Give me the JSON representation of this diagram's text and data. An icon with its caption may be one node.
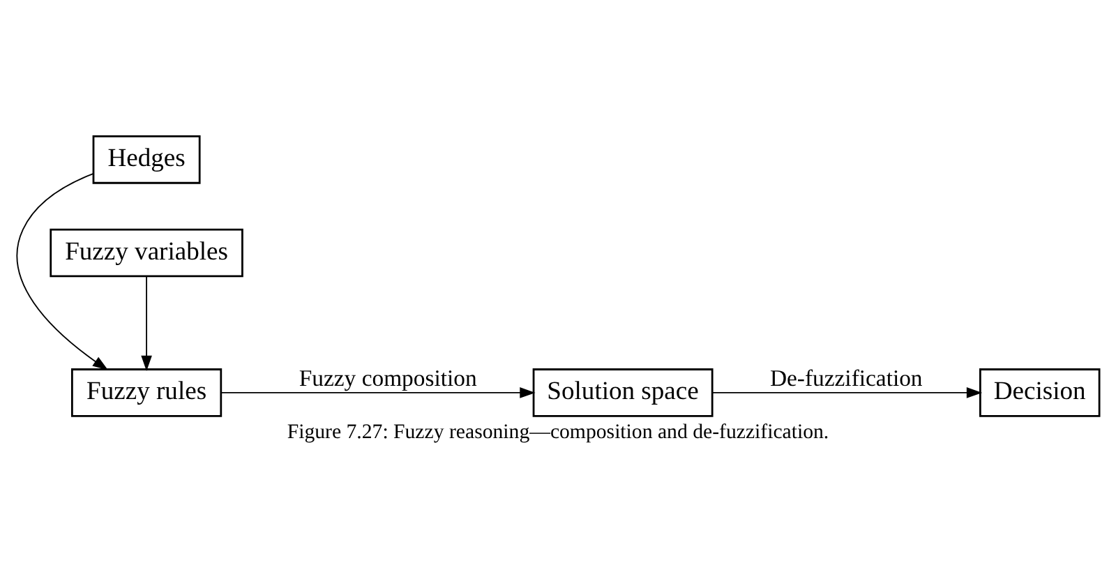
{
  "diagram": {
    "caption": "Figure 7.27: Fuzzy reasoning—composition and de-fuzzification.",
    "nodes": [
      {
        "text": [
          "Hedges"
        ]
      },
      {
        "text": [
          "Fuzzy rules"
        ]
      },
      {
        "text": [
          "Fuzzy variables"
        ]
      },
      {
        "text": [
          "Solution space"
        ]
      },
      {
        "text": [
          "Decision"
        ]
      }
    ],
    "edges": [
      {
        "from": 0,
        "to": 1,
        "arrow": "to"
      },
      {
        "from": 2,
        "to": 1,
        "arrow": "to"
      },
      {
        "from": 1,
        "to": 3,
        "arrow": "to",
        "label": "Fuzzy composition"
      },
      {
        "from": 3,
        "to": 4,
        "arrow": "to",
        "label": "De-fuzzification"
      }
    ]
  }
}
